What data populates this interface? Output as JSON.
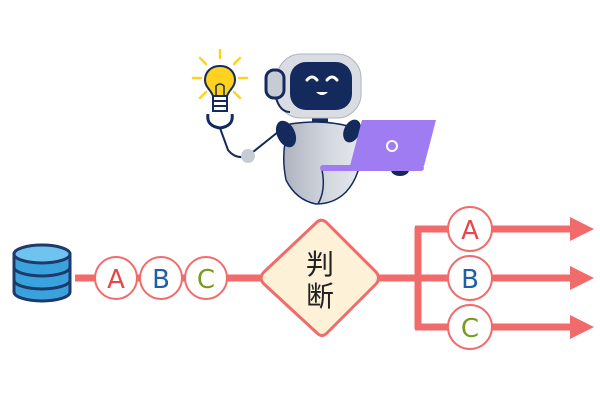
{
  "colors": {
    "flow_line": "#f26b6b",
    "circle_fill": "#ffffff",
    "circle_stroke": "#f26b6b",
    "label_a": "#e5474b",
    "label_b": "#1f5fa8",
    "label_c": "#7a9a1f",
    "diamond_fill": "#fdf1d8",
    "diamond_stroke": "#f26b6b",
    "database_fill": "#3aa3de",
    "database_stroke": "#1d3a6b",
    "robot_body": "#c7cbd4",
    "robot_visor": "#152a5c",
    "robot_outline": "#152a5c",
    "laptop": "#9f7cf2",
    "bulb": "#ffd21f"
  },
  "icons": {
    "database": "database-icon",
    "robot": "robot-icon",
    "laptop": "laptop-icon",
    "bulb": "lightbulb-icon"
  },
  "input_queue": [
    {
      "label": "A",
      "color_key": "label_a"
    },
    {
      "label": "B",
      "color_key": "label_b"
    },
    {
      "label": "C",
      "color_key": "label_c"
    }
  ],
  "decision": {
    "line1": "判",
    "line2": "断"
  },
  "outputs": [
    {
      "label": "A",
      "color_key": "label_a"
    },
    {
      "label": "B",
      "color_key": "label_b"
    },
    {
      "label": "C",
      "color_key": "label_c"
    }
  ]
}
